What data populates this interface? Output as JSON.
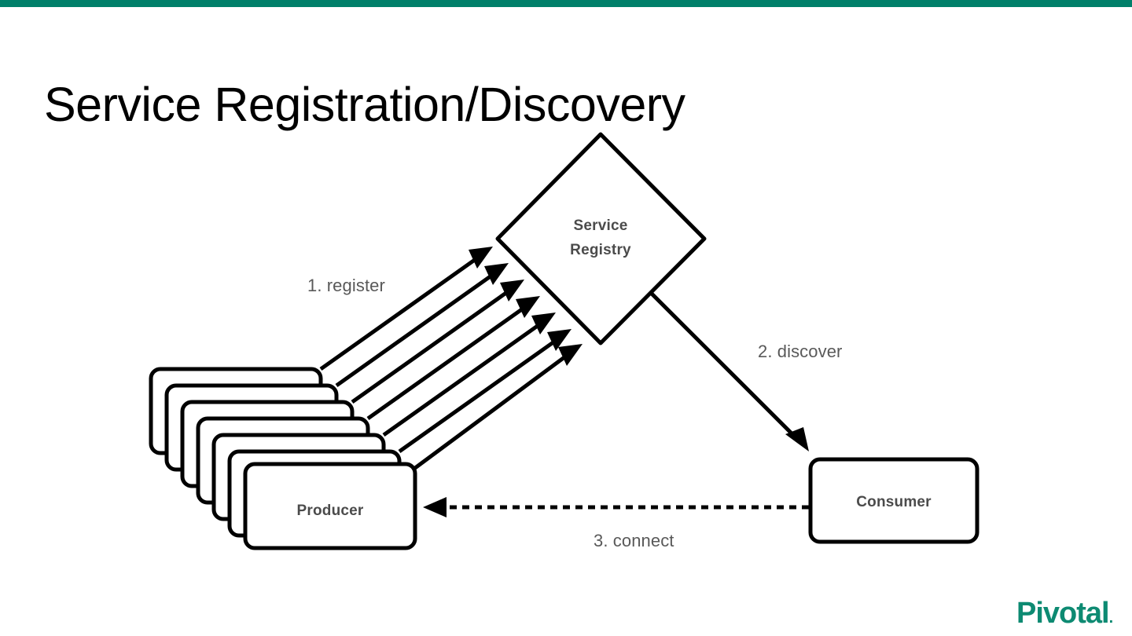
{
  "slide": {
    "title": "Service Registration/Discovery",
    "accent_color": "#00806a",
    "background_color": "#ffffff"
  },
  "diagram": {
    "type": "flow-diagram",
    "nodes": [
      {
        "id": "service-registry",
        "label_line1": "Service",
        "label_line2": "Registry",
        "shape": "diamond",
        "text_color": "#4b4b4b"
      },
      {
        "id": "producer",
        "label": "Producer",
        "shape": "rounded-rectangle-stack",
        "stack_count": 7,
        "text_color": "#4b4b4b"
      },
      {
        "id": "consumer",
        "label": "Consumer",
        "shape": "rounded-rectangle",
        "text_color": "#4b4b4b"
      }
    ],
    "edges": [
      {
        "id": "register",
        "label": "1. register",
        "from": "producer",
        "to": "service-registry",
        "style": "solid",
        "arrow": "single",
        "multiplicity": 7
      },
      {
        "id": "discover",
        "label": "2. discover",
        "from": "service-registry",
        "to": "consumer",
        "style": "solid",
        "arrow": "single",
        "multiplicity": 1
      },
      {
        "id": "connect",
        "label": "3. connect",
        "from": "consumer",
        "to": "producer",
        "style": "dashed",
        "arrow": "single",
        "multiplicity": 1
      }
    ]
  },
  "branding": {
    "logo_text": "Pivotal",
    "logo_dot": ".",
    "logo_color": "#0d8a72"
  }
}
